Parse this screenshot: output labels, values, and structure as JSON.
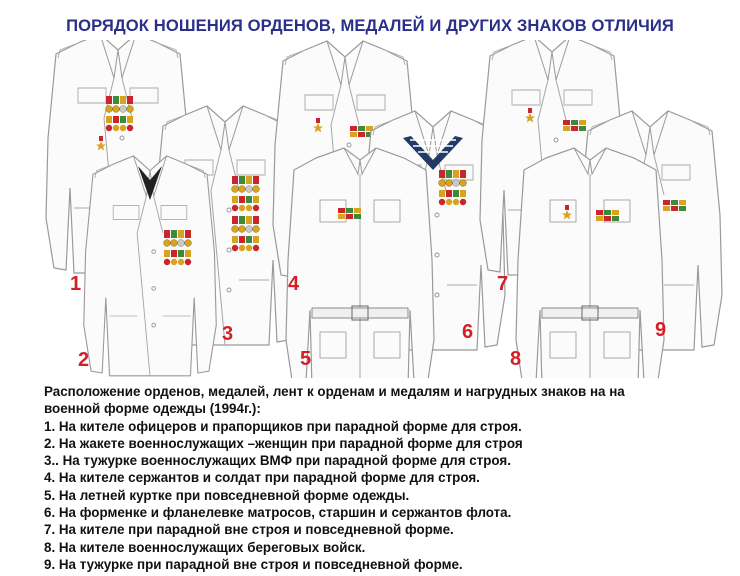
{
  "title": "ПОРЯДОК НОШЕНИЯ ОРДЕНОВ, МЕДАЛЕЙ И ДРУГИХ ЗНАКОВ ОТЛИЧИЯ",
  "figure": {
    "numbers": [
      "1",
      "2",
      "3",
      "4",
      "5",
      "6",
      "7",
      "8",
      "9"
    ],
    "colors": {
      "number": "#d41f26",
      "title": "#2a2f8a",
      "outline": "#9a9a9a",
      "medal_red": "#c8262b",
      "medal_gold": "#d9a322",
      "medal_green": "#3f8a3a"
    }
  },
  "caption": {
    "intro_line1": "Расположение орденов, медалей, лент к орденам и медалям и нагрудных знаков на на",
    "intro_line2": "военной форме одежды (1994г.):",
    "items": [
      "1. На кителе офицеров и прапорщиков при парадной форме для строя.",
      "2. На жакете военнослужащих –женщин при парадной форме для строя",
      "3.. На тужурке военнослужащих ВМФ при парадной форме для строя.",
      "4. На кителе сержантов и солдат при парадной форме для строя.",
      "5. На летней куртке при повседневной форме одежды.",
      "6. На форменке и фланелевке матросов, старшин и сержантов флота.",
      "7. На кителе при парадной вне строя и повседневной форме.",
      "8. На кителе военнослужащих береговых войск.",
      "9. На тужурке при парадной вне строя и повседневной форме."
    ]
  }
}
